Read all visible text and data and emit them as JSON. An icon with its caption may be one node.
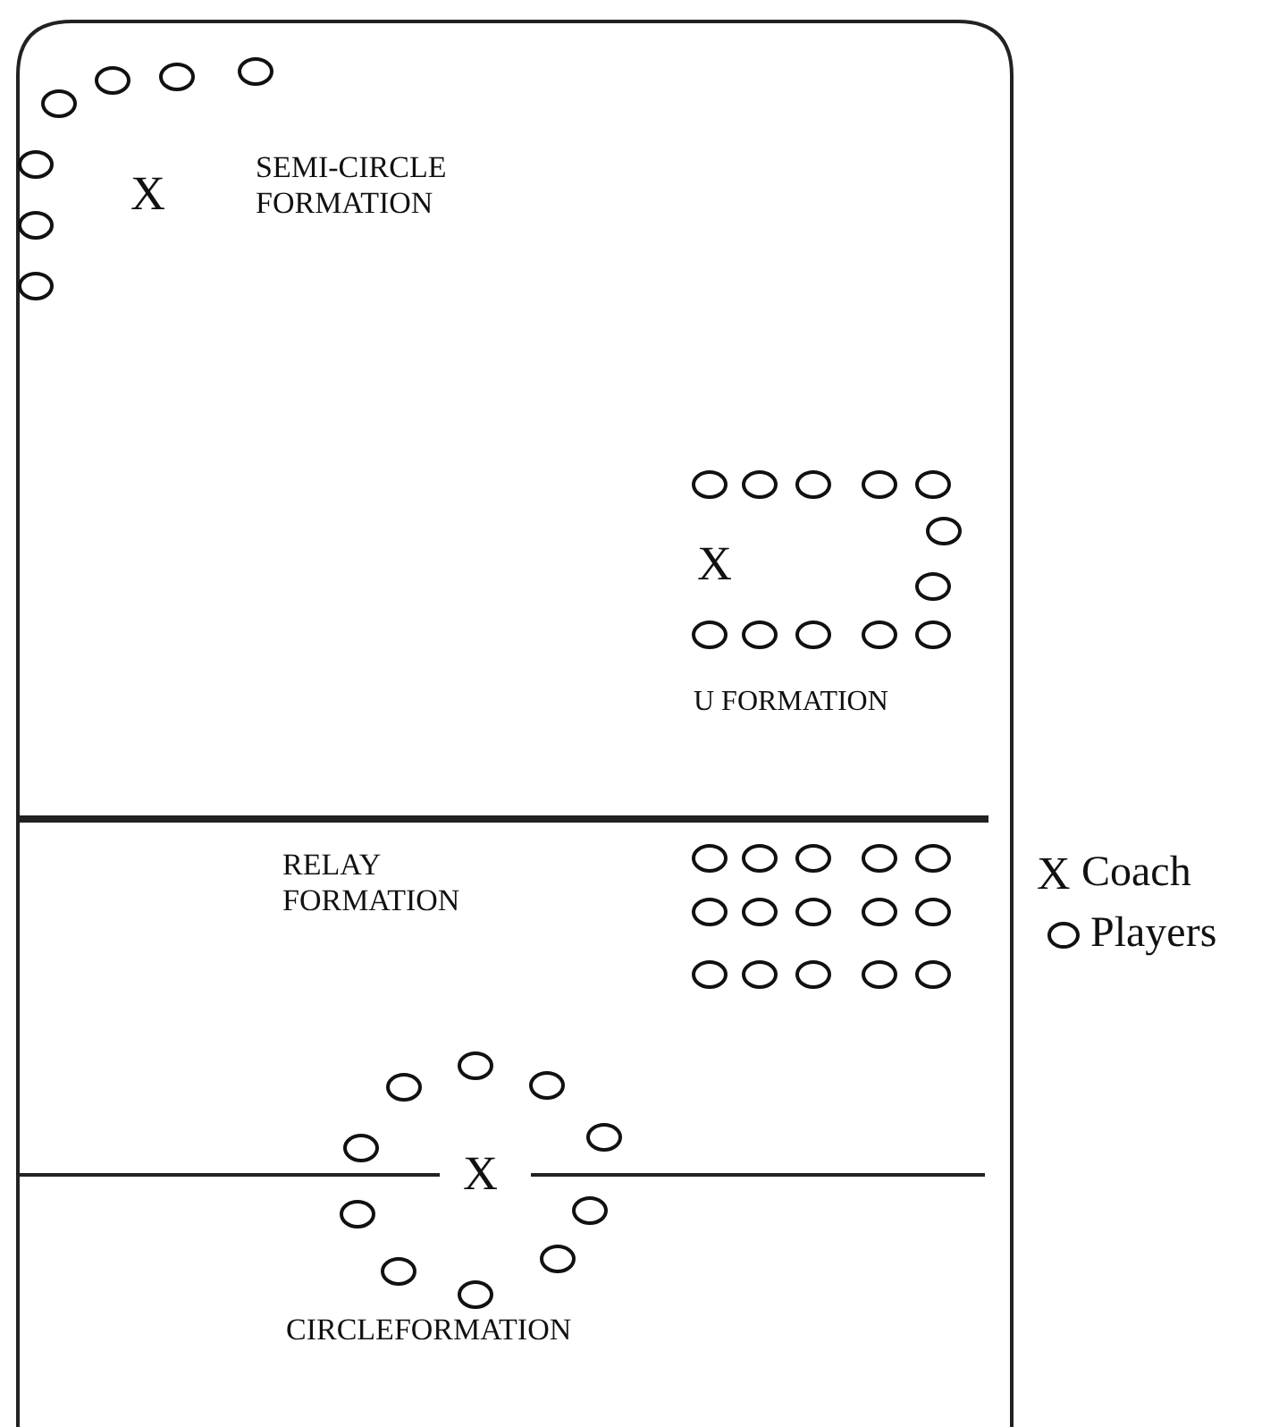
{
  "diagram": {
    "labels": [
      "SEMI-CIRCLE FORMATION",
      "X",
      "X",
      "U FORMATION",
      "RELAY FORMATION",
      "X",
      "X",
      "CIRCLEFORMATION"
    ],
    "legend": [
      {
        "text": "Coach"
      },
      {
        "text": "Players"
      }
    ]
  }
}
